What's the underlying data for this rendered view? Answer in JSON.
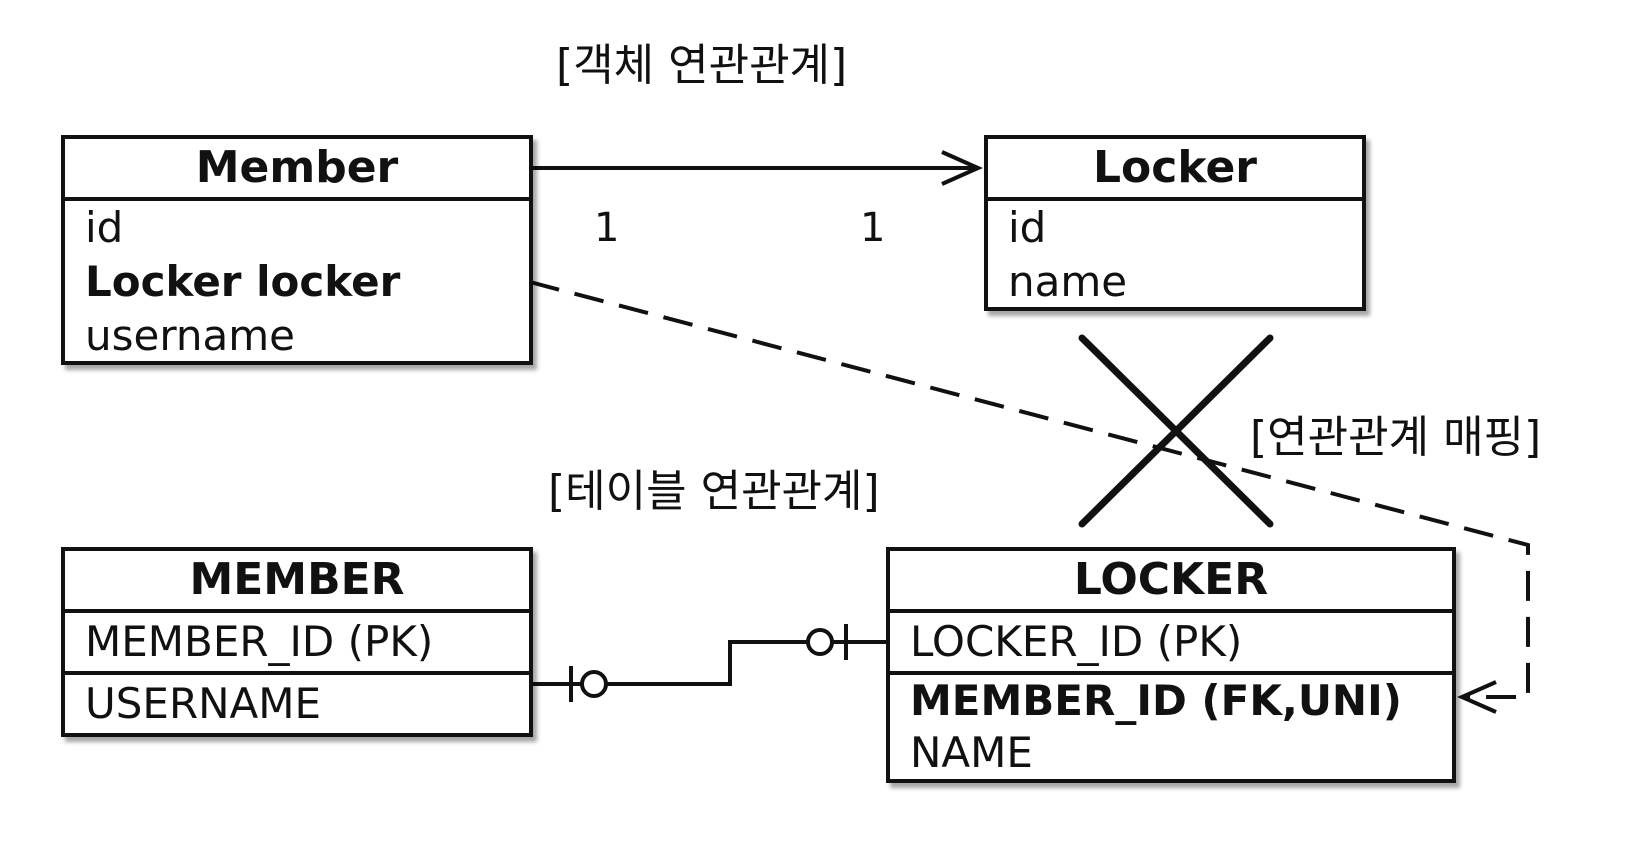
{
  "captions": {
    "object": "[객체 연관관계]",
    "table": "[테이블 연관관계]",
    "mapping": "[연관관계 매핑]"
  },
  "member_class": {
    "title": "Member",
    "fields": [
      "id",
      "Locker locker",
      "username"
    ]
  },
  "locker_class": {
    "title": "Locker",
    "fields": [
      "id",
      "name"
    ]
  },
  "member_table": {
    "title": "MEMBER",
    "columns": [
      "MEMBER_ID (PK)",
      "USERNAME"
    ]
  },
  "locker_table": {
    "title": "LOCKER",
    "columns": [
      "LOCKER_ID (PK)",
      "MEMBER_ID (FK,UNI)",
      "NAME"
    ]
  },
  "multiplicity": {
    "source": "1",
    "target": "1"
  }
}
